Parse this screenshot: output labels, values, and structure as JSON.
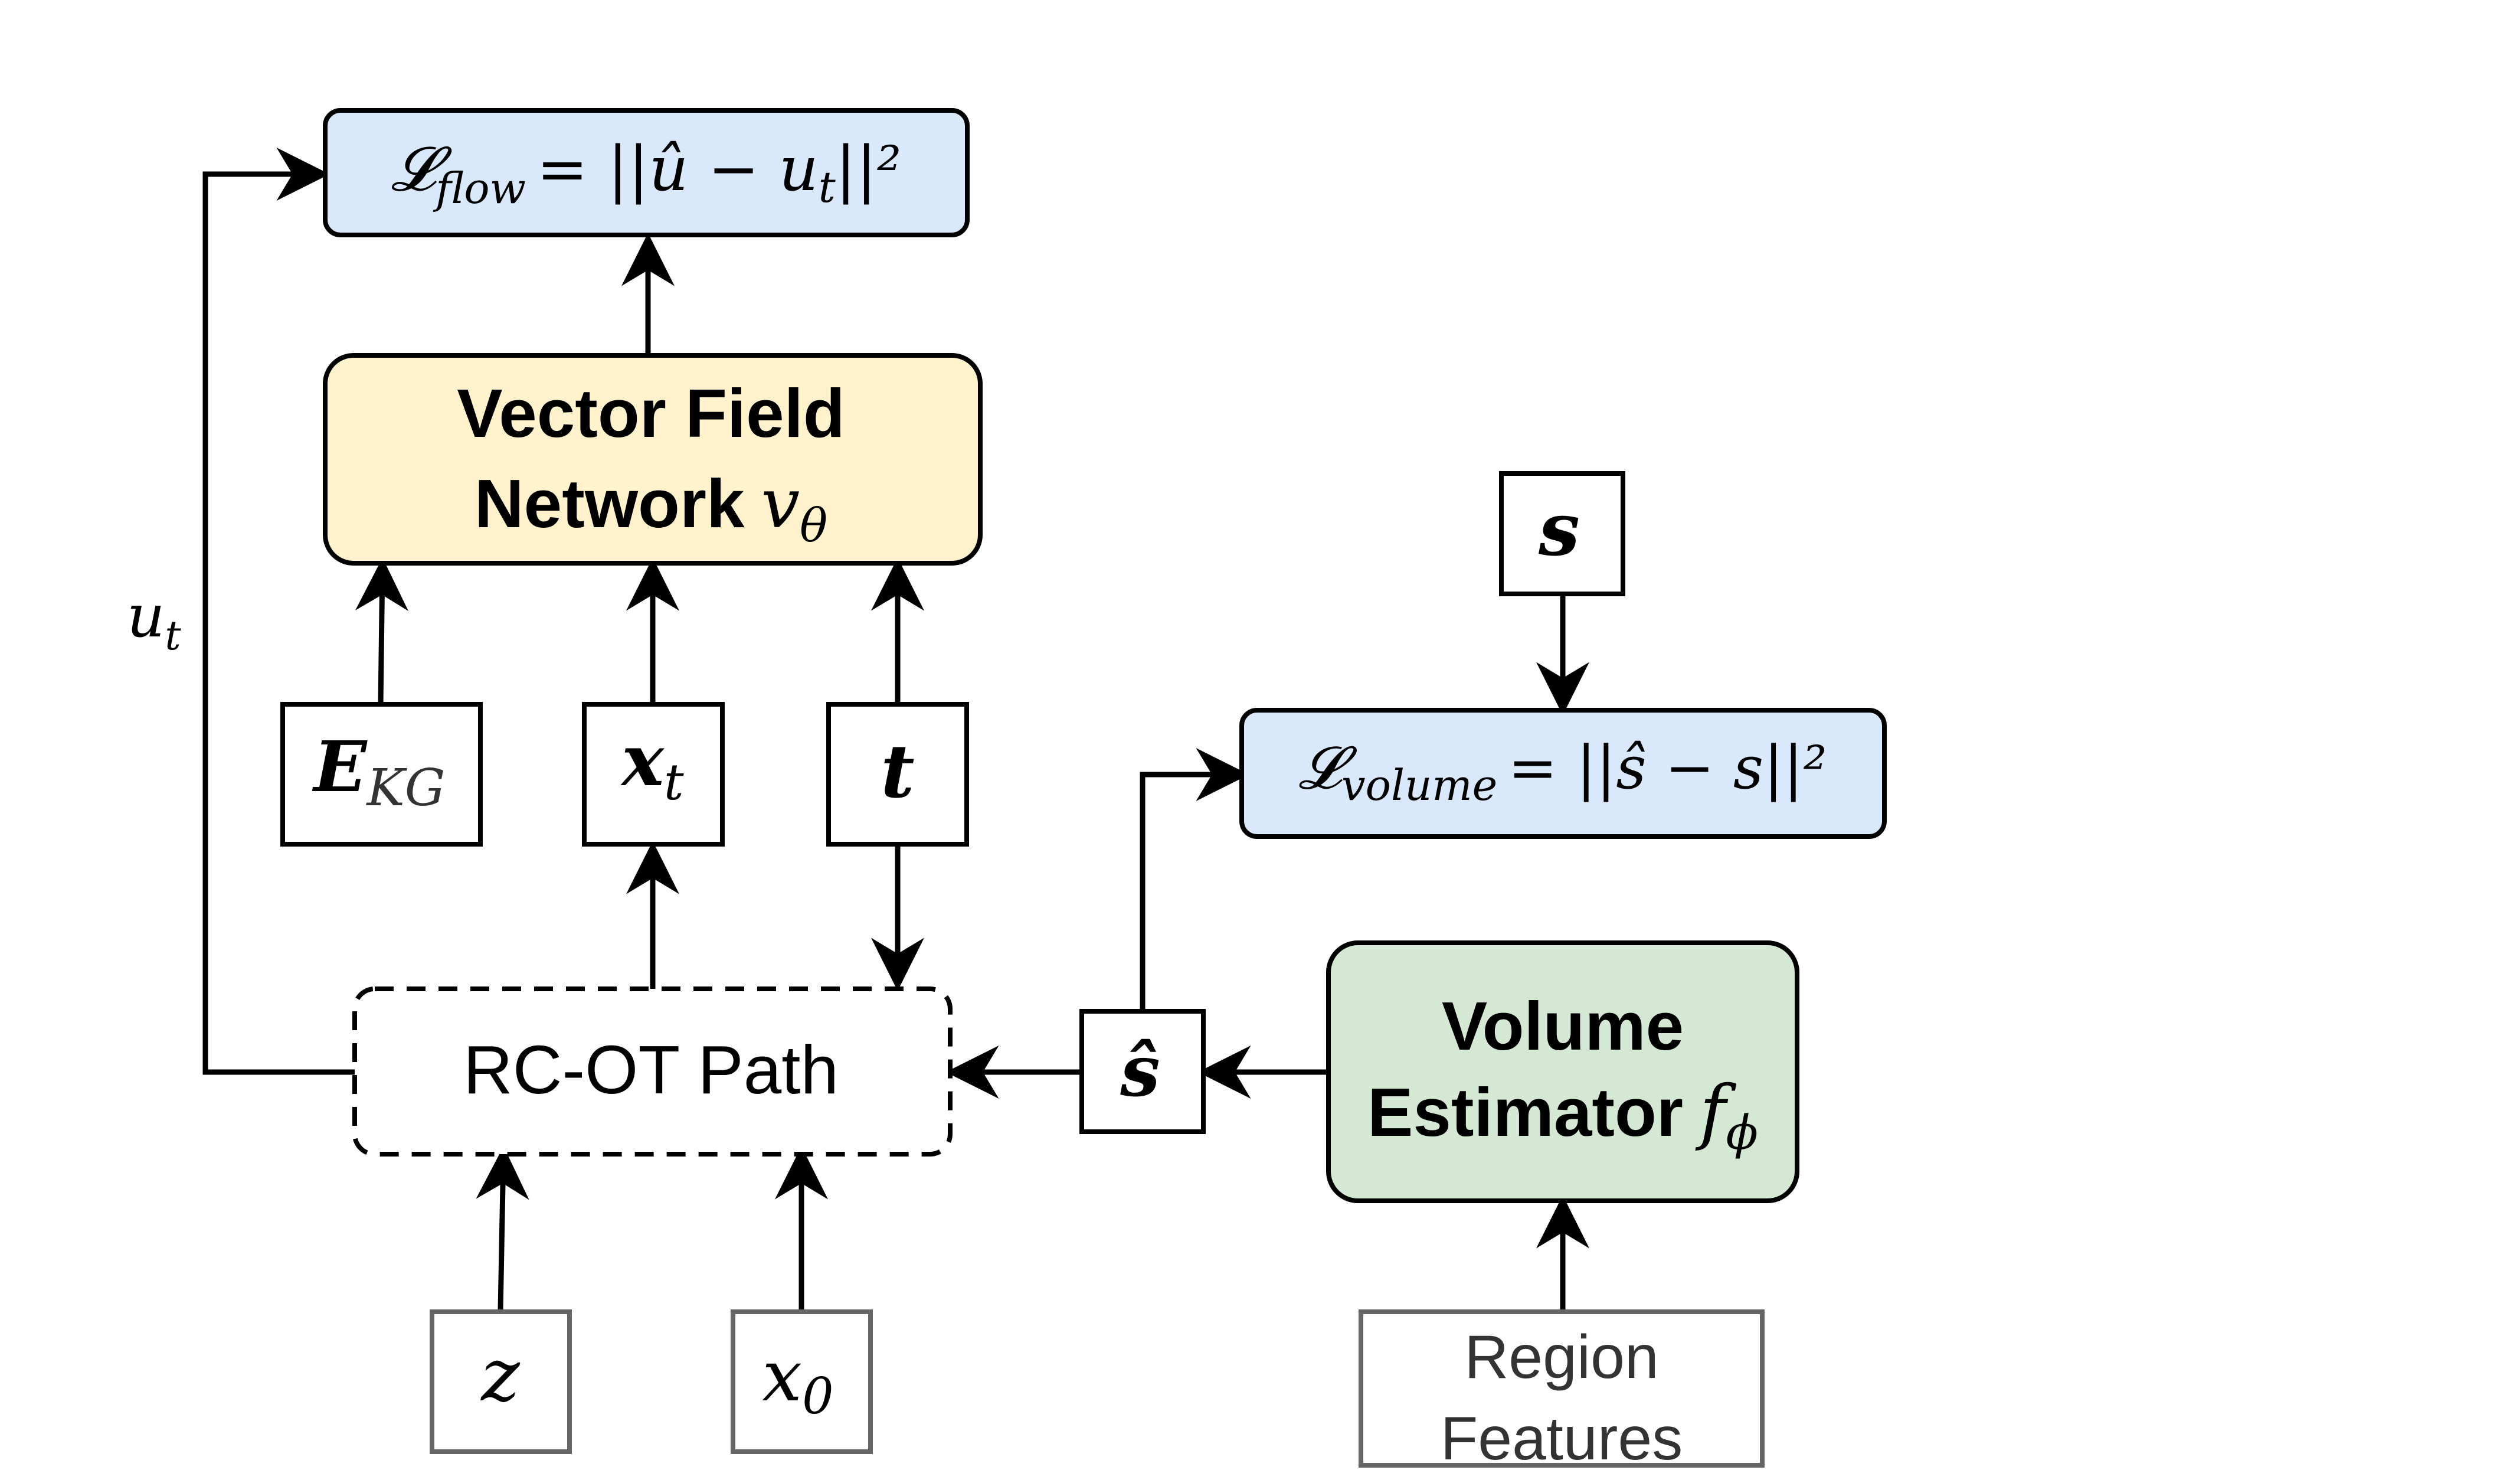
{
  "colors": {
    "loss_fill": "#dae8fc",
    "network_fill": "#fff2cc",
    "estimator_fill": "#d5e8d4",
    "stroke": "#000000",
    "input_stroke": "#666666",
    "region_text": "#333333"
  },
  "nodes": {
    "loss_flow": {
      "lhs_main": "𝓛",
      "lhs_sub": "flow",
      "rhs": "= ||û − u",
      "rhs_sub": "t",
      "rhs_tail": "||²"
    },
    "vector_field": {
      "line1": "Vector Field",
      "line2": "Network",
      "symbol": "v",
      "symbol_sub": "θ"
    },
    "e_kg": {
      "main": "E",
      "sub": "KG"
    },
    "x_t": {
      "main": "x",
      "sub": "t"
    },
    "t": {
      "main": "t"
    },
    "rc_ot": {
      "label": "RC-OT Path"
    },
    "z": {
      "main": "z"
    },
    "x0": {
      "main": "x",
      "sub": "0"
    },
    "s": {
      "main": "s"
    },
    "loss_volume": {
      "lhs_main": "𝓛",
      "lhs_sub": "volume",
      "rhs": "= ||ŝ − s||²"
    },
    "s_hat": {
      "main": "ŝ"
    },
    "volume_estimator": {
      "line1": "Volume",
      "line2": "Estimator",
      "symbol": "f",
      "symbol_sub": "ϕ"
    },
    "region_features": {
      "line1": "Region",
      "line2": "Features"
    }
  },
  "edge_labels": {
    "u_t": {
      "main": "u",
      "sub": "t"
    }
  }
}
